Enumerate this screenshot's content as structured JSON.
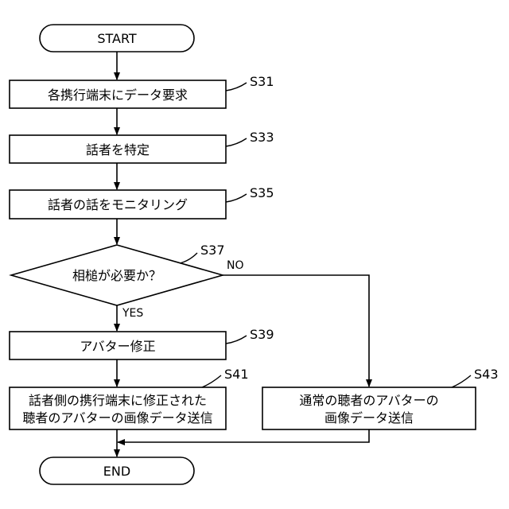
{
  "terminals": {
    "start": "START",
    "end": "END"
  },
  "steps": {
    "s31": {
      "id": "S31",
      "text": "各携行端末にデータ要求"
    },
    "s33": {
      "id": "S33",
      "text": "話者を特定"
    },
    "s35": {
      "id": "S35",
      "text": "話者の話をモニタリング"
    },
    "s37": {
      "id": "S37",
      "text": "相槌が必要か？",
      "yes": "YES",
      "no": "NO"
    },
    "s39": {
      "id": "S39",
      "text": "アバター修正"
    },
    "s41": {
      "id": "S41",
      "line1": "話者側の携行端末に修正された",
      "line2": "聴者のアバターの画像データ送信"
    },
    "s43": {
      "id": "S43",
      "line1": "通常の聴者のアバターの",
      "line2": "画像データ送信"
    }
  }
}
